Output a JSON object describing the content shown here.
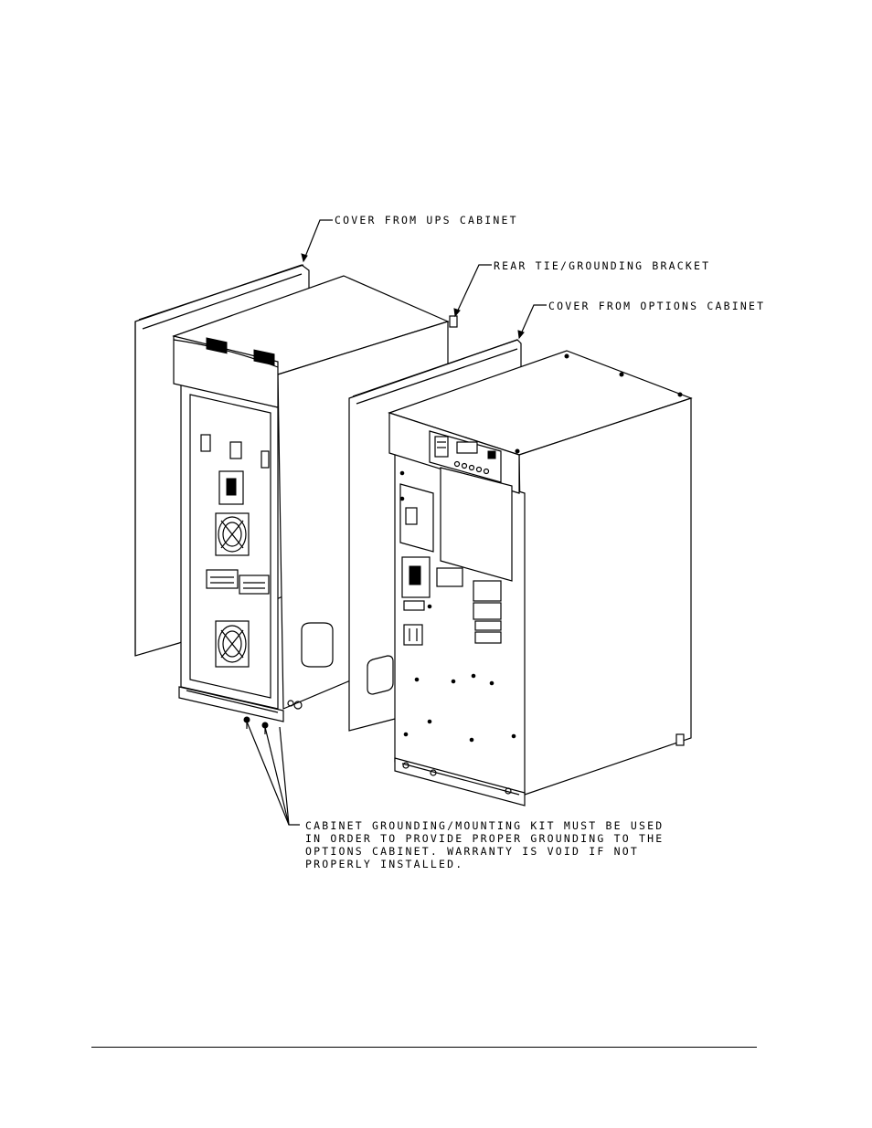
{
  "callouts": {
    "cover_ups": "COVER FROM UPS CABINET",
    "rear_tie": "REAR TIE/GROUNDING BRACKET",
    "cover_options": "COVER FROM OPTIONS CABINET",
    "kit_line1": "CABINET GROUNDING/MOUNTING KIT MUST BE USED",
    "kit_line2": "IN ORDER TO PROVIDE PROPER GROUNDING TO THE",
    "kit_line3": "OPTIONS CABINET. WARRANTY IS VOID IF NOT",
    "kit_line4": "PROPERLY INSTALLED."
  }
}
